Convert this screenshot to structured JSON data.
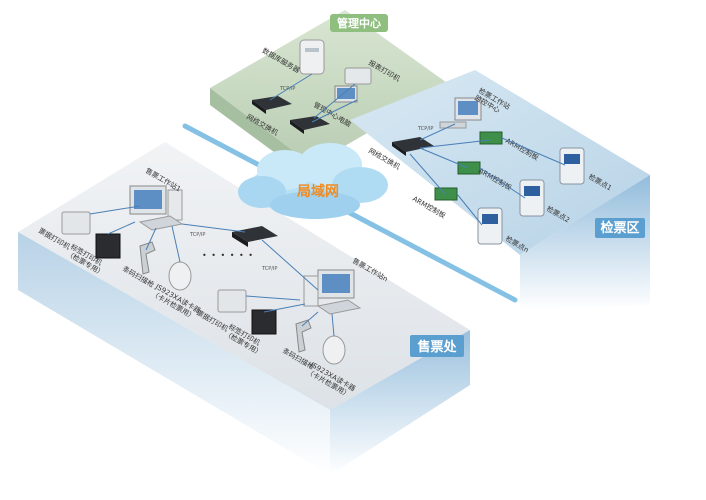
{
  "zones": {
    "management": "管理中心",
    "ticketing": "售票处",
    "checking": "检票区"
  },
  "cloud_label": "局域网",
  "protocol": "TCP/IP",
  "management": {
    "db_server": "数据库服务器",
    "report_printer": "报表打印机",
    "mgmt_pc": "管理中心电脑",
    "switch": "网络交换机"
  },
  "ticketing": {
    "station1": "售票工作站1",
    "stationn": "售票工作站n",
    "ticket_printer": "票据打印机",
    "label_printer": "标签打印机\n（检票专用）",
    "barcode_gun": "条码扫描枪",
    "card_reader": "JS923XA读卡器\n（卡片检票用）",
    "dots": "• • • • • •"
  },
  "checking": {
    "workstation": "检票工作站\n监控中心",
    "switch": "网络交换机",
    "arm": "ARM控制板",
    "gate1": "检票点1",
    "gate2": "检票点2",
    "gaten": "检票点n"
  },
  "colors": {
    "management_top": "#c9d8c3",
    "ticketing_top": "#e8ebee",
    "checking_top": "#c7dceb",
    "backbone": "#6fb7e0",
    "cloud": "#a8d8f2",
    "cloud_text": "#f28a1e"
  }
}
